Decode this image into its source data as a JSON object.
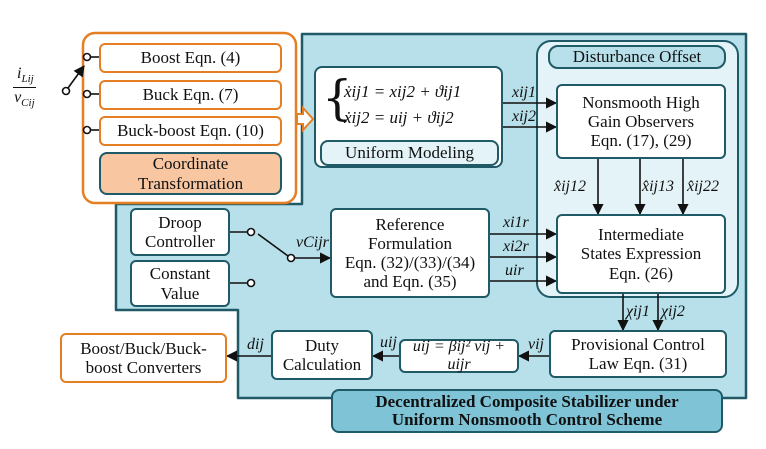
{
  "colors": {
    "teal_border": "#1f5a66",
    "teal_fill": "#b7e0ea",
    "orange_border": "#e57f23",
    "orange_fill": "#f8c6a0",
    "title_fill": "#7fc4d6",
    "offset_fill": "#e3f3f7"
  },
  "transform_group": {
    "boost": "Boost Eqn. (4)",
    "buck": "Buck Eqn. (7)",
    "buck_boost": "Buck-boost Eqn. (10)",
    "coordinate": "Coordinate\nTransformation",
    "switch_input": "i_Lij / v_Cij"
  },
  "uniform_modeling": {
    "title": "Uniform Modeling",
    "eq1": "ẋij1 = xij2 + ϑij1",
    "eq2": "ẋij2 = uij + ϑij2"
  },
  "disturbance": {
    "title": "Disturbance Offset",
    "observers": "Nonsmooth High\nGain Observers\nEqn. (17), (29)",
    "intermediate": "Intermediate\nStates Expression\nEqn. (26)"
  },
  "source_group": {
    "droop": "Droop\nController",
    "constant": "Constant\nValue",
    "switch_output": "vCijr"
  },
  "reference": "Reference\nFormulation\nEqn. (32)/(33)/(34)\nand Eqn. (35)",
  "provisional": "Provisional Control\nLaw Eqn. (31)",
  "control_law": "uij = βij² vij + uijr",
  "duty": "Duty\nCalculation",
  "converters": "Boost/Buck/Buck-\nboost Converters",
  "scheme_title": "Decentralized Composite Stabilizer under\nUniform Nonsmooth Control Scheme",
  "signals": {
    "x_ij1": "xij1",
    "x_ij2": "xij2",
    "xhat_ij12": "x̂ij12",
    "xhat_ij13": "x̂ij13",
    "xhat_ij22": "x̂ij22",
    "x_i1r": "xi1r",
    "x_i2r": "xi2r",
    "u_ir": "uir",
    "chi_ij1": "χij1",
    "chi_ij2": "χij2",
    "v_ij": "vij",
    "u_ij": "uij",
    "d_ij": "dij"
  }
}
